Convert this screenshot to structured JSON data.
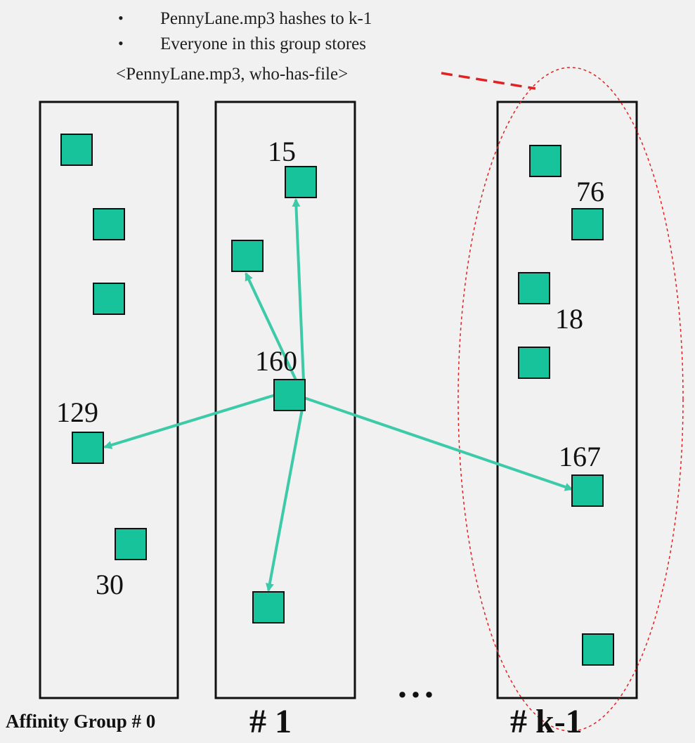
{
  "bullets": [
    "PennyLane.mp3 hashes to k-1",
    "Everyone in this group stores"
  ],
  "bullet_symbol": "•",
  "tuple_text": "<PennyLane.mp3, who-has-file>",
  "groups": {
    "g0": {
      "label": "Affinity Group # 0"
    },
    "g1": {
      "label": "# 1"
    },
    "gk": {
      "label": "# k-1"
    }
  },
  "ellipsis": "...",
  "node_labels": {
    "n15": "15",
    "n160": "160",
    "n129": "129",
    "n30": "30",
    "n76": "76",
    "n18": "18",
    "n167": "167"
  },
  "colors": {
    "node_fill": "#17c39a",
    "node_stroke": "#111111",
    "arrow": "#3dcaa8",
    "highlight": "#e22222",
    "box_stroke": "#111111"
  }
}
